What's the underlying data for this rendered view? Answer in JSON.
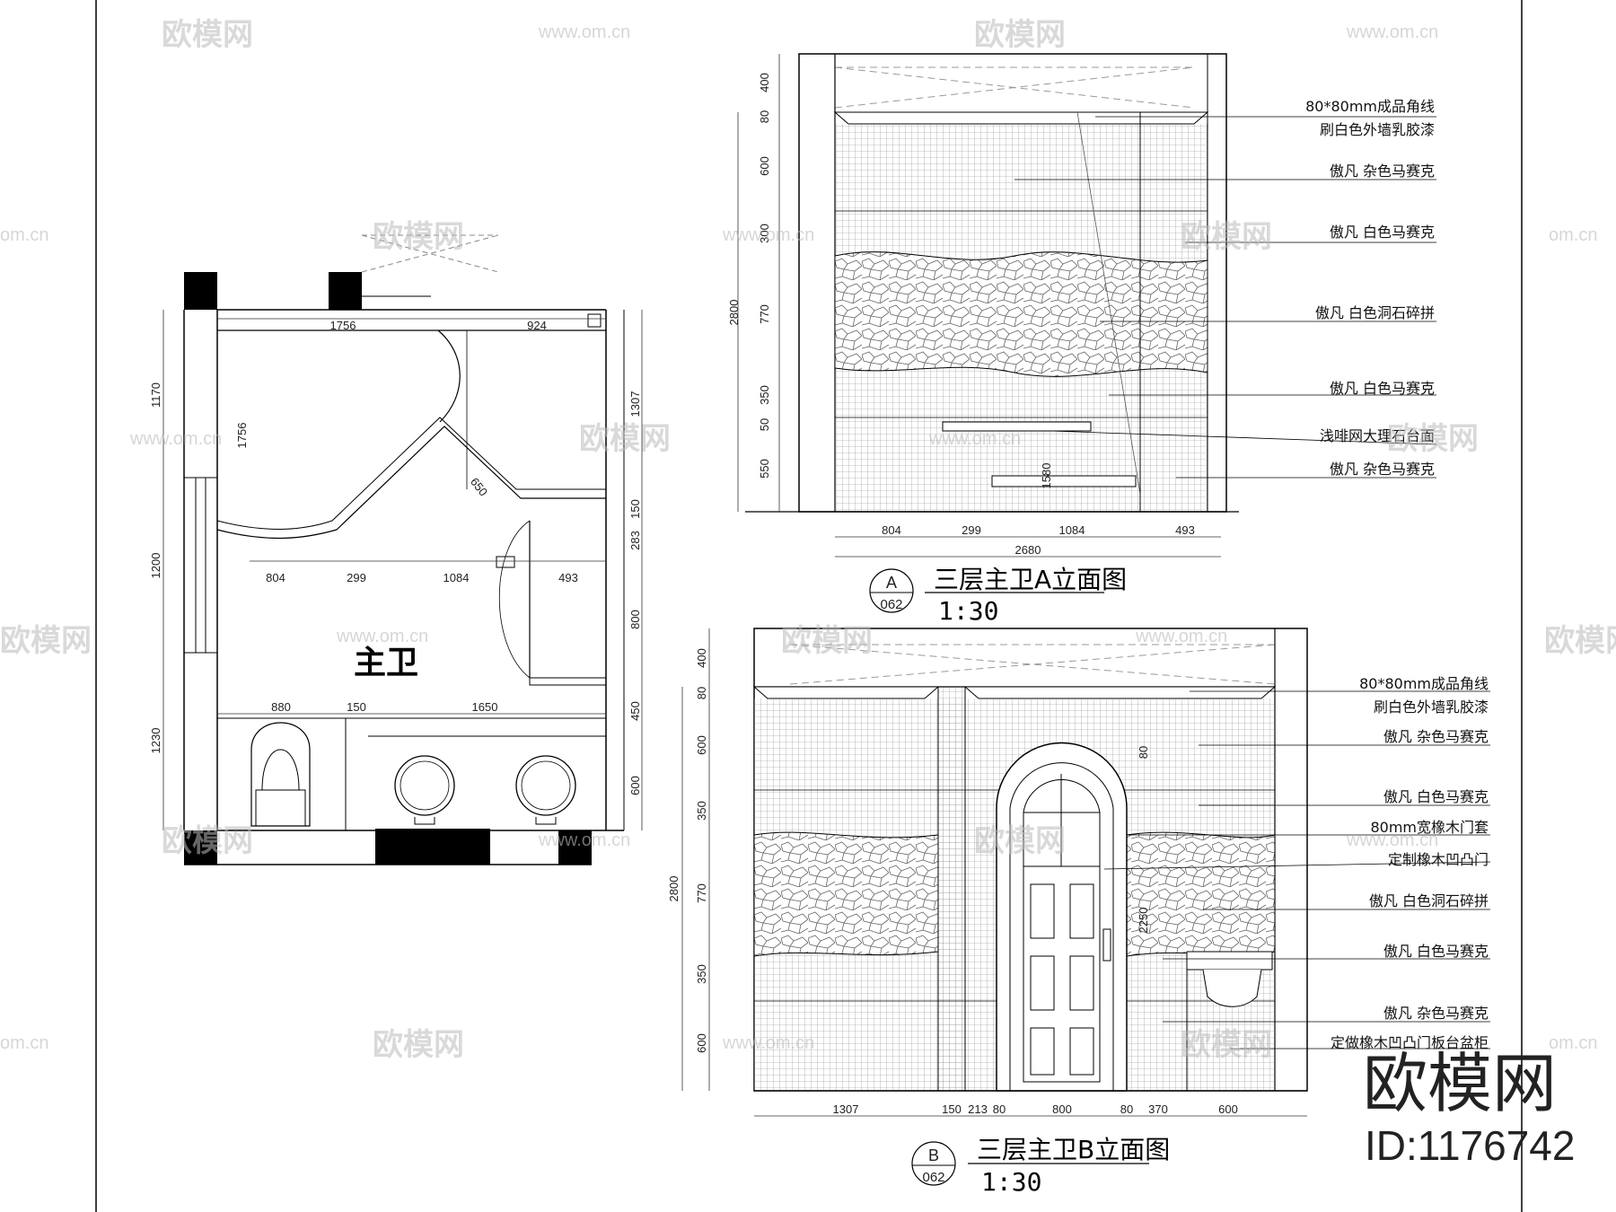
{
  "plan": {
    "room_label": "主卫",
    "dims_top": [
      "1756",
      "924"
    ],
    "dims_mid": [
      "804",
      "299",
      "1084",
      "493"
    ],
    "dims_left": [
      "1170",
      "1200",
      "1230"
    ],
    "dims_right": [
      "1307",
      "150",
      "283",
      "800",
      "450",
      "600"
    ],
    "dims_inner": [
      "1756",
      "650"
    ],
    "dims_vanity": [
      "880",
      "150",
      "1650"
    ]
  },
  "elevation_a": {
    "dims_left_total": "2800",
    "dims_left": [
      "400",
      "80",
      "600",
      "300",
      "770",
      "350",
      "50",
      "550"
    ],
    "dims_bottom": [
      "804",
      "299",
      "1084",
      "493"
    ],
    "dims_bottom_total": "2680",
    "inner_dim": "1580",
    "labels": [
      "80*80mm成品角线",
      "刷白色外墙乳胶漆",
      "傲凡 杂色马赛克",
      "傲凡 白色马赛克",
      "傲凡 白色洞石碎拼",
      "傲凡 白色马赛克",
      "浅啡网大理石台面",
      "傲凡 杂色马赛克"
    ],
    "title": "三层主卫A立面图",
    "marker_letter": "A",
    "marker_sheet": "062",
    "scale": "1:30"
  },
  "elevation_b": {
    "dims_left_total": "2800",
    "dims_left": [
      "400",
      "80",
      "600",
      "350",
      "770",
      "350",
      "600"
    ],
    "dims_bottom": [
      "1307",
      "150",
      "213",
      "80",
      "800",
      "80",
      "370",
      "600"
    ],
    "inner_dims": [
      "80",
      "2250"
    ],
    "labels": [
      "80*80mm成品角线",
      "刷白色外墙乳胶漆",
      "傲凡 杂色马赛克",
      "傲凡 白色马赛克",
      "80mm宽橡木门套",
      "定制橡木凹凸门",
      "傲凡 白色洞石碎拼",
      "傲凡 白色马赛克",
      "傲凡 杂色马赛克",
      "定做橡木凹凸门板台盆柜"
    ],
    "title": "三层主卫B立面图",
    "marker_letter": "B",
    "marker_sheet": "062",
    "scale": "1:30"
  },
  "watermark": {
    "brand": "欧模网",
    "url": "www.om.cn",
    "url_short": "om.cn",
    "id": "ID:1176742"
  },
  "colors": {
    "line": "#000000",
    "grid": "#9a9a9a",
    "watermark": "#bbbbbb"
  }
}
